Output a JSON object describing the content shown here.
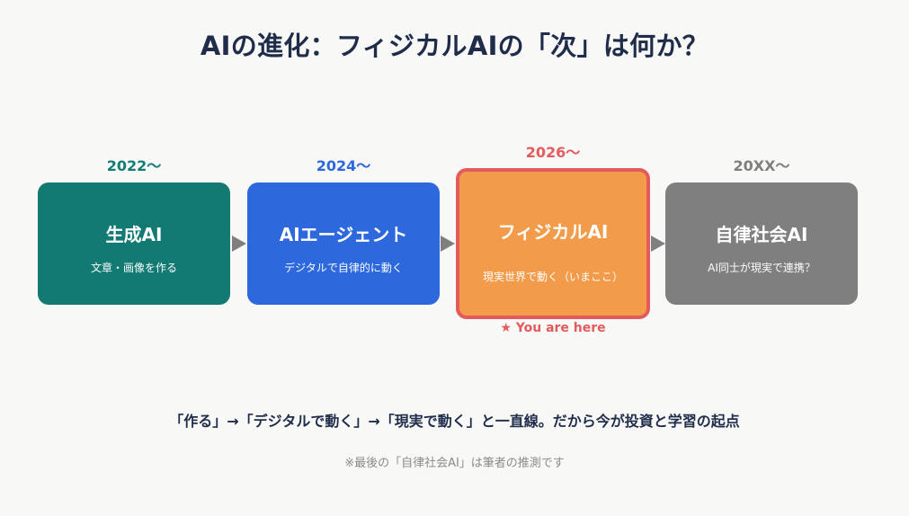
{
  "title": "AIの進化：フィジカルAIの「次」は何か？",
  "stages": [
    {
      "year": "2022〜",
      "title": "生成AI",
      "description": "文章・画像を作る",
      "color": "#127a73",
      "year_color": "#137c74"
    },
    {
      "year": "2024〜",
      "title": "AIエージェント",
      "description": "デジタルで自律的に動く",
      "color": "#2d68dc",
      "year_color": "#2d68dc"
    },
    {
      "year": "2026〜",
      "title": "フィジカルAI",
      "description": "現実世界で動く（いまここ）",
      "color": "#f29c4b",
      "border_color": "#e35b5d",
      "year_color": "#e35b5d"
    },
    {
      "year": "20XX〜",
      "title": "自律社会AI",
      "description": "AI同士が現実で連携？",
      "color": "#7f7f7f",
      "year_color": "#7f7f7f"
    }
  ],
  "marker": "★ You are here",
  "summary": "「作る」→「デジタルで動く」→「現実で動く」と一直線。だから今が投資と学習の起点",
  "footnote": "※最後の「自律社会AI」は筆者の推測です"
}
